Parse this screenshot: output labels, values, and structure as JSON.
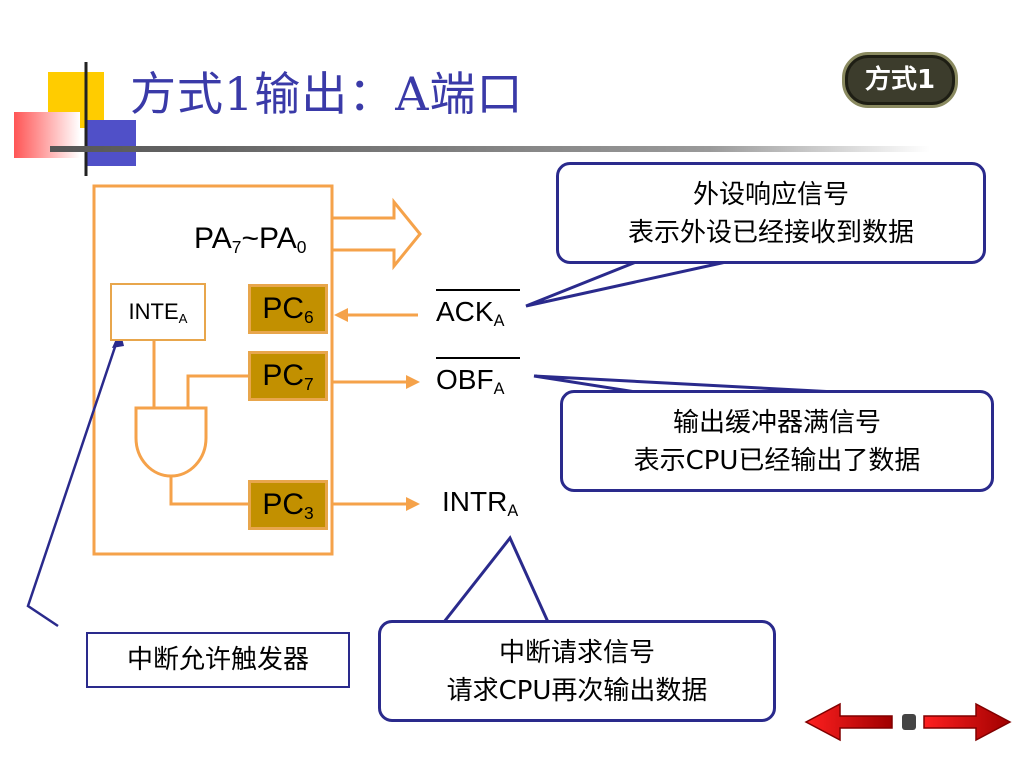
{
  "slide": {
    "title": "方式1输出：A端口",
    "badge": "方式1"
  },
  "diagram": {
    "port_bus": {
      "main": "PA",
      "sub1": "7",
      "sep": "~PA",
      "sub2": "0"
    },
    "inte": {
      "main": "INTE",
      "sub": "A"
    },
    "pins": [
      {
        "main": "PC",
        "sub": "6"
      },
      {
        "main": "PC",
        "sub": "7"
      },
      {
        "main": "PC",
        "sub": "3"
      }
    ],
    "signals": {
      "ack": {
        "main": "ACK",
        "sub": "A"
      },
      "obf": {
        "main": "OBF",
        "sub": "A"
      },
      "intr": {
        "main": "INTR",
        "sub": "A"
      }
    },
    "callouts": {
      "ack": {
        "line1": "外设响应信号",
        "line2": "表示外设已经接收到数据"
      },
      "obf": {
        "line1": "输出缓冲器满信号",
        "line2": "表示CPU已经输出了数据"
      },
      "intr": {
        "line1": "中断请求信号",
        "line2": "请求CPU再次输出数据"
      }
    },
    "inte_label": "中断允许触发器"
  },
  "colors": {
    "title": "#3a3aa8",
    "box_outline": "#f5a24a",
    "pin_fill": "#c29000",
    "callout_border": "#2a2a8c",
    "nav_arrow": "#e01010"
  },
  "icons": {
    "nav_back": "arrow-left-icon",
    "nav_forward": "arrow-right-icon"
  }
}
